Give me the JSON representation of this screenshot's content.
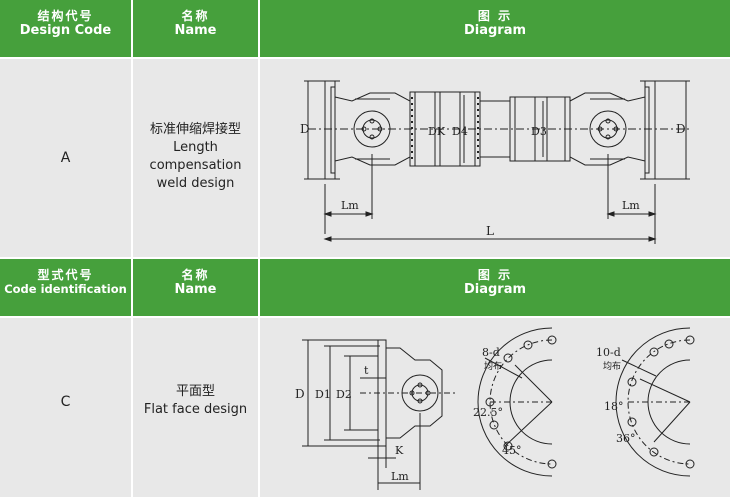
{
  "table": {
    "section1": {
      "header": {
        "code_zh": "结构代号",
        "code_en": "Design Code",
        "name_zh": "名称",
        "name_en": "Name",
        "diagram_zh": "图 示",
        "diagram_en": "Diagram"
      },
      "row": {
        "code": "A",
        "name_zh": "标准伸缩焊接型",
        "name_en_lines": [
          "Length",
          "compensation",
          "weld design"
        ],
        "diagram_labels": {
          "D_left": "D",
          "DK": "DK",
          "D4": "D4",
          "D3": "D3",
          "D_right": "D",
          "Lm_left": "Lm",
          "Lm_right": "Lm",
          "L": "L"
        }
      }
    },
    "section2": {
      "header": {
        "code_zh": "型式代号",
        "code_en": "Code identification",
        "name_zh": "名称",
        "name_en": "Name",
        "diagram_zh": "图 示",
        "diagram_en": "Diagram"
      },
      "row": {
        "code": "C",
        "name_zh": "平面型",
        "name_en": "Flat face design",
        "diagram_labels": {
          "D": "D",
          "D1": "D1",
          "D2": "D2",
          "t": "t",
          "K": "K",
          "Lm": "Lm",
          "holes_8": "8-d",
          "even_8": "均布",
          "angle_22": "22.5°",
          "angle_45": "45°",
          "holes_10": "10-d",
          "even_10": "均布",
          "angle_18": "18°",
          "angle_36": "36°"
        }
      }
    }
  }
}
